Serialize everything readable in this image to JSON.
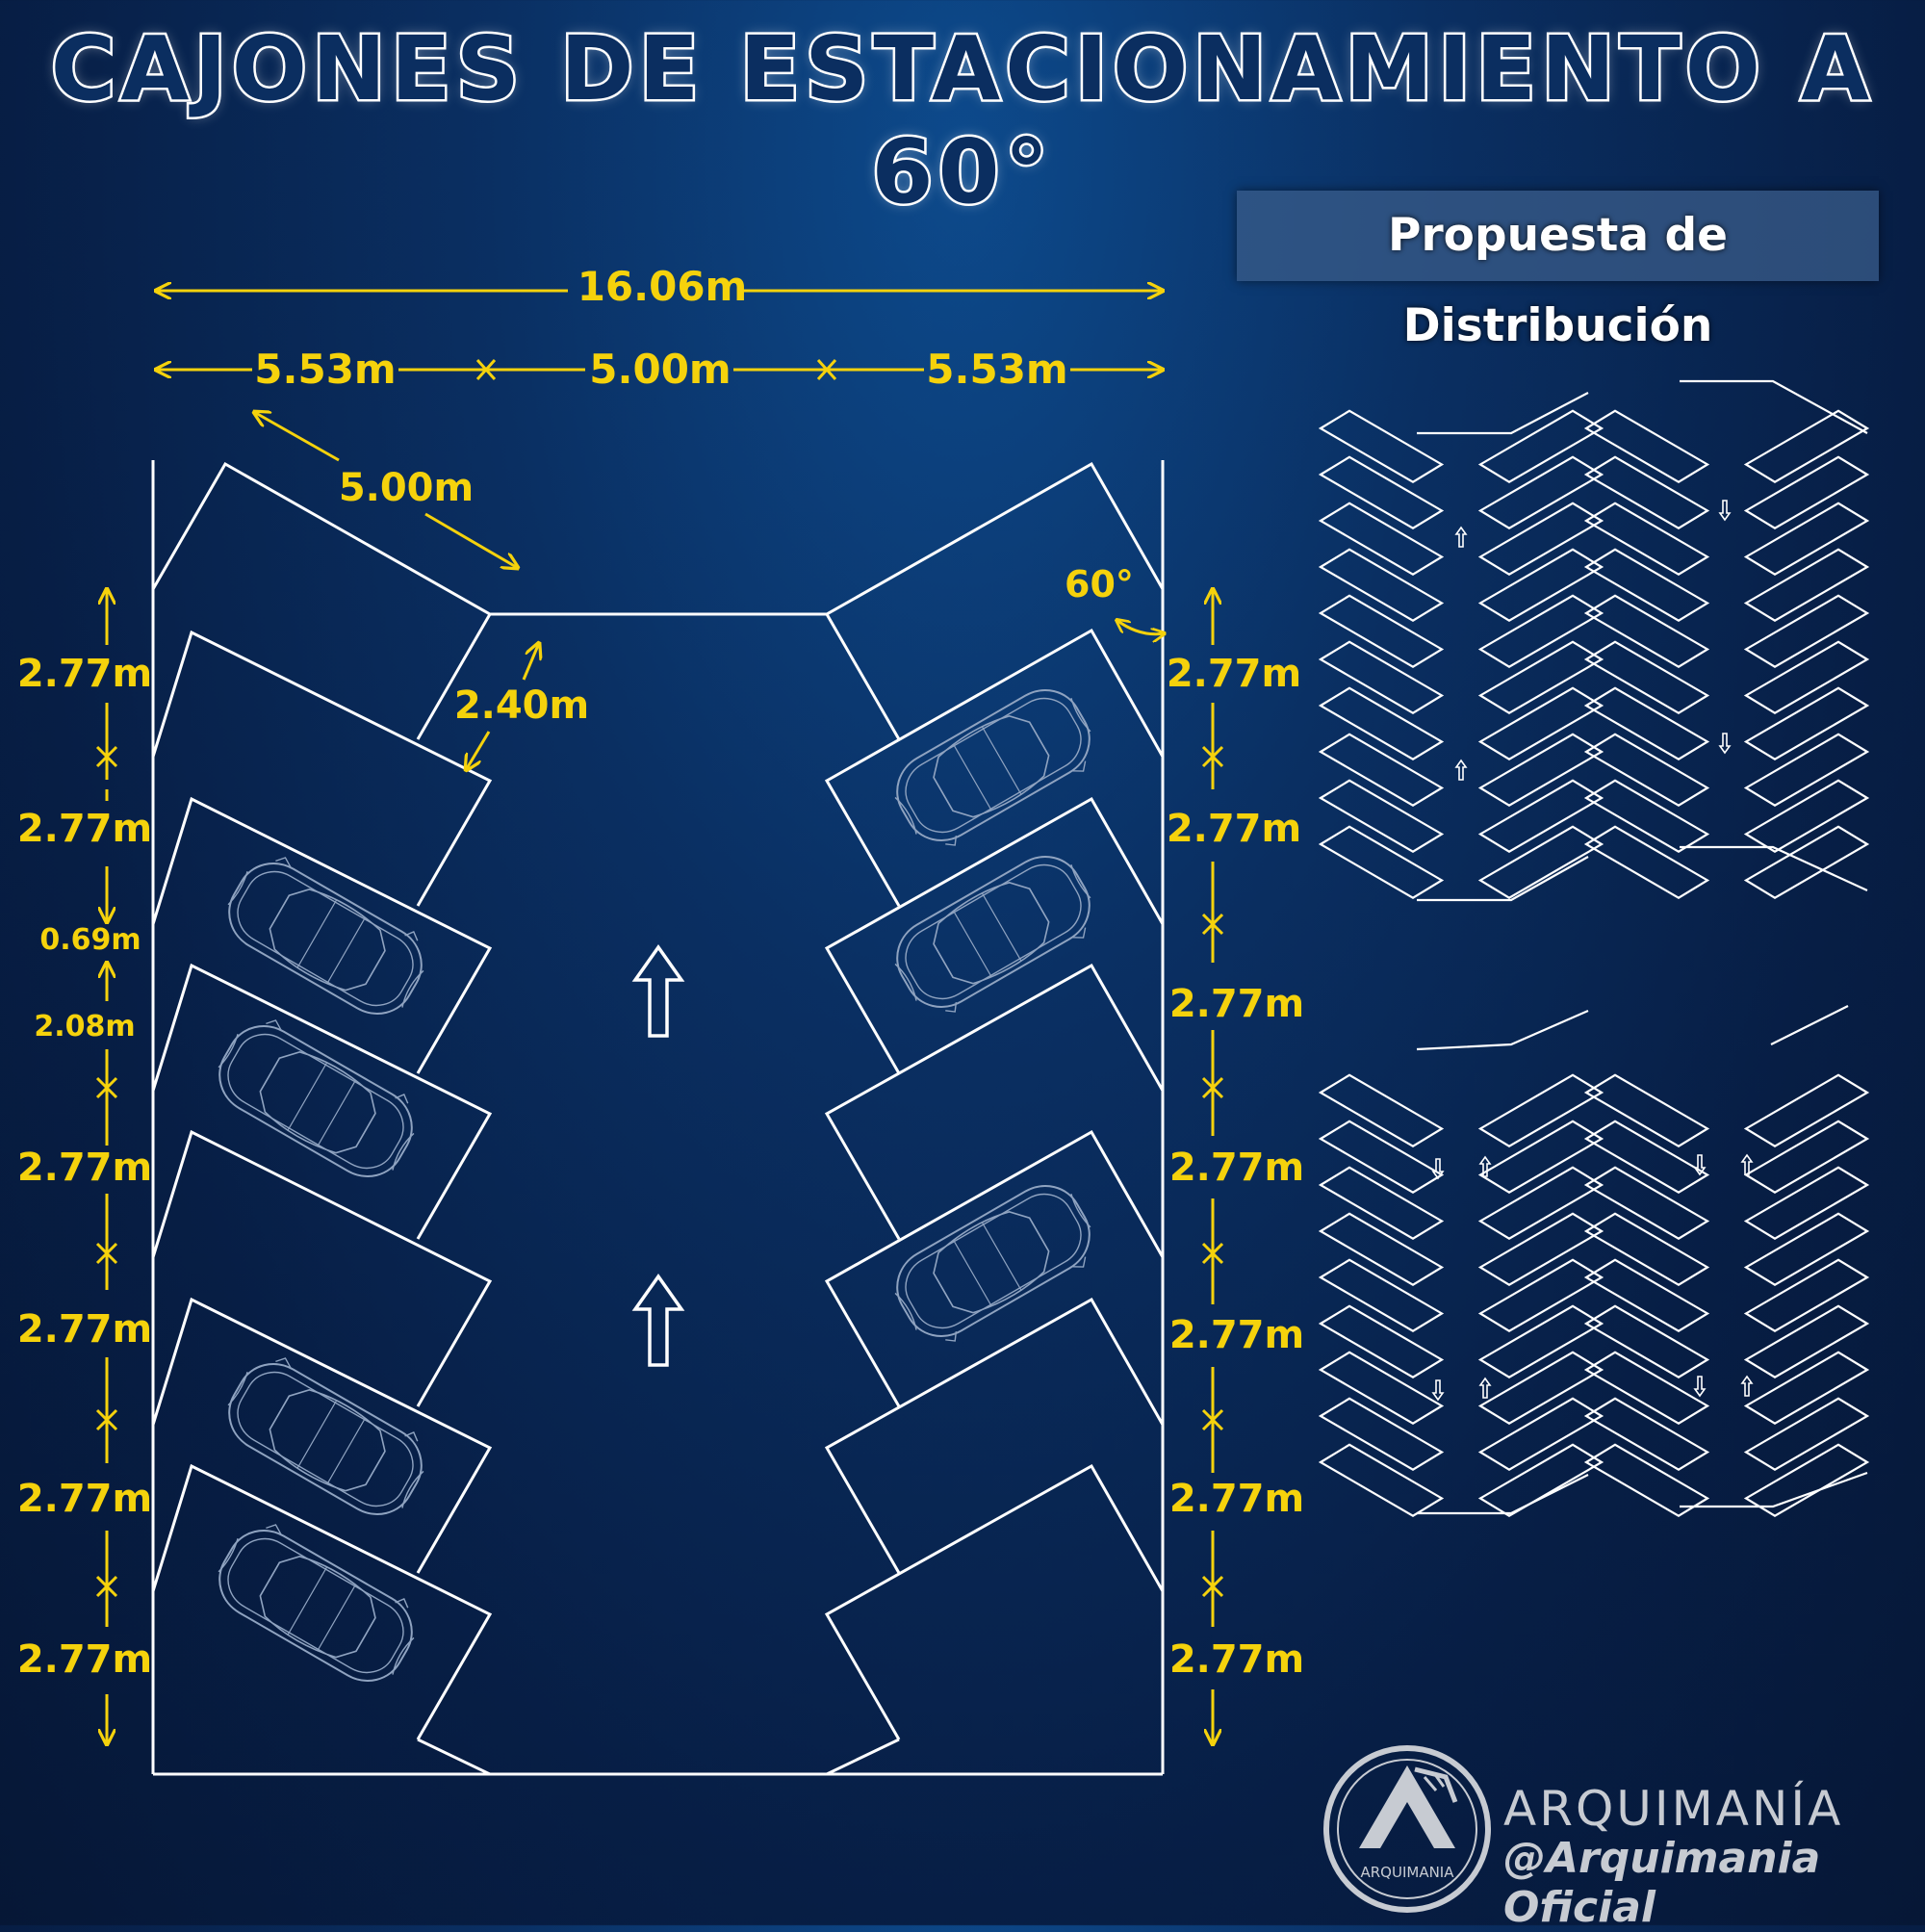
{
  "title": "CAJONES DE ESTACIONAMIENTO A 60°",
  "subtitle": "Propuesta de Distribución",
  "colors": {
    "dimension": "#f5d20c",
    "lines": "#ffffff",
    "car": "#8fa3c0",
    "background": "#0a2f62"
  },
  "dimensions": {
    "total_width": "16.06m",
    "left_depth": "5.53m",
    "aisle_width": "5.00m",
    "right_depth": "5.53m",
    "stall_length": "5.00m",
    "stall_width": "2.40m",
    "angle": "60°",
    "left_column": [
      "2.77m",
      "2.77m",
      "0.69m",
      "2.08m",
      "2.77m",
      "2.77m",
      "2.77m",
      "2.77m"
    ],
    "right_column": [
      "2.77m",
      "2.77m",
      "2.77m",
      "2.77m",
      "2.77m",
      "2.77m",
      "2.77m"
    ]
  },
  "icons": [
    "up-arrow-icon",
    "car-icon",
    "arquimania-logo-icon"
  ],
  "logo": {
    "name": "ARQUIMANÍA",
    "handle": "@Arquimania Oficial",
    "mark_text": "ARQUIMANIA"
  }
}
